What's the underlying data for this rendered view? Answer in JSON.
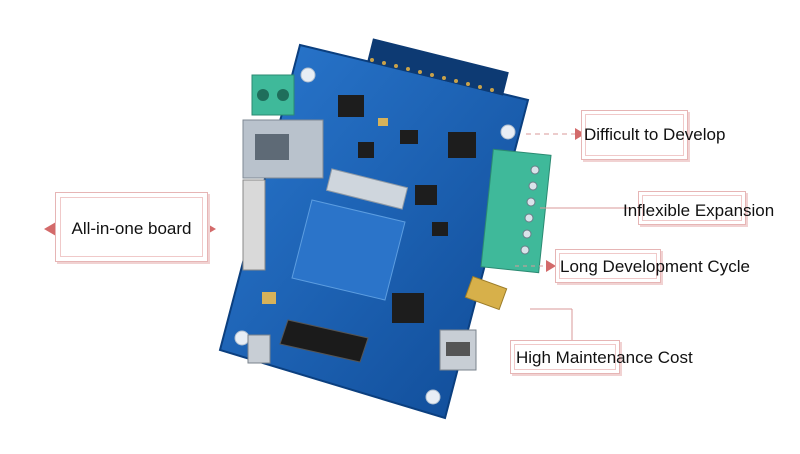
{
  "callouts": {
    "left": "All-in-one board",
    "difficult": "Difficult to Develop",
    "inflexible": "Inflexible Expansion",
    "long_cycle": "Long Development Cycle",
    "maintenance": "High Maintenance Cost"
  },
  "colors": {
    "board_blue": "#1a63b8",
    "board_dark": "#0f4a90",
    "terminal_green": "#3fb99a",
    "callout_border": "#e6b5b5",
    "arrow_red": "#d36a6a"
  }
}
